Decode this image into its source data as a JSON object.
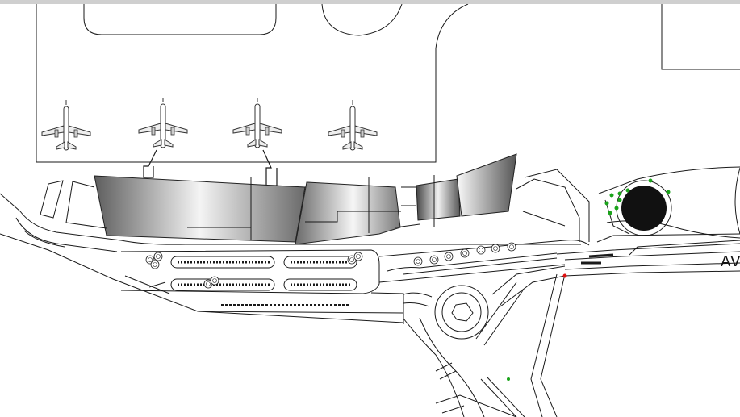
{
  "drawing": {
    "road_label": "AV",
    "aircraft_count": 4,
    "parking_rows": 4,
    "colors": {
      "line": "#1a1a1a",
      "terminal_dark": "#555555",
      "terminal_light": "#f2f2f2",
      "trees": "#1aa31a",
      "marker": "#e01010",
      "top_bar": "#cfcfcf"
    }
  }
}
